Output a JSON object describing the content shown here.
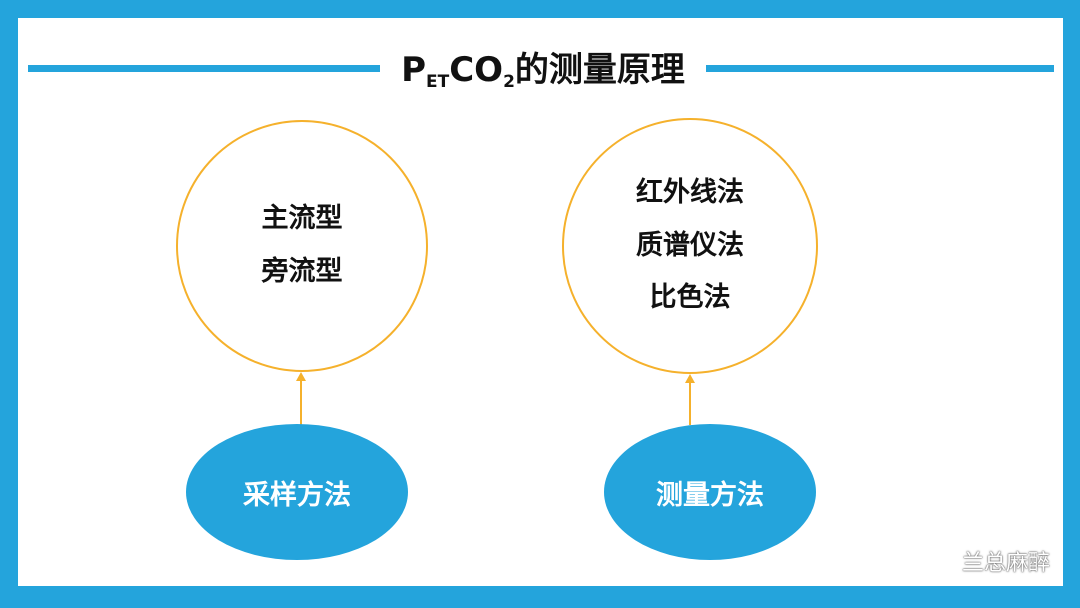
{
  "title": {
    "main": "P",
    "sub": "ET",
    "rest": "CO",
    "sub2": "2",
    "tail": "的测量原理"
  },
  "left_circle": {
    "items": [
      "主流型",
      "旁流型"
    ]
  },
  "right_circle": {
    "items": [
      "红外线法",
      "质谱仪法",
      "比色法"
    ]
  },
  "left_ellipse": {
    "label": "采样方法"
  },
  "right_ellipse": {
    "label": "测量方法"
  },
  "watermark": {
    "text": "兰总麻醉",
    "icon": "wechat-icon"
  },
  "colors": {
    "accent_blue": "#24a4dc",
    "circle_gold": "#f5b12c"
  }
}
